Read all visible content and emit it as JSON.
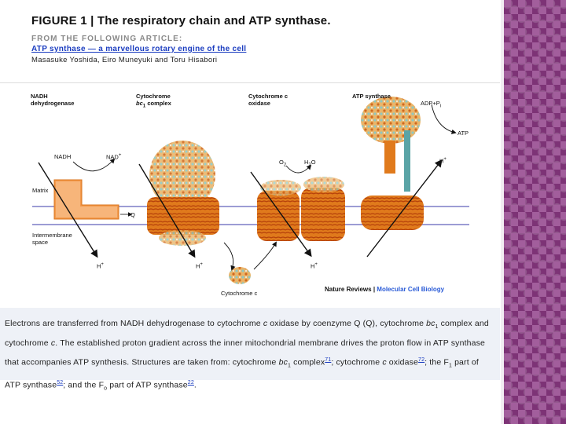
{
  "header": {
    "figure_title": "FIGURE 1 | The respiratory chain and ATP synthase.",
    "from_label": "FROM THE FOLLOWING ARTICLE:",
    "article_title": "ATP synthase — a marvellous rotary engine of the cell",
    "authors": "Masasuke Yoshida, Eiro Muneyuki and Toru Hisabori"
  },
  "figure": {
    "complexes": {
      "nadh_l1": "NADH",
      "nadh_l2": "dehydrogenase",
      "bc1_l1": "Cytochrome",
      "bc1_l2a": "bc",
      "bc1_sub": "1",
      "bc1_l2b": " complex",
      "cox_l1": "Cytochrome c",
      "cox_l2": "oxidase",
      "atp": "ATP synthase"
    },
    "labels": {
      "nadh": "NADH",
      "nad_plus": "NAD",
      "nad_sup": "+",
      "matrix": "Matrix",
      "q": "Q",
      "intermembrane_l1": "Intermembrane",
      "intermembrane_l2": "space",
      "h_plus": "H",
      "h_sup": "+",
      "o2": "O",
      "o2_sub": "2",
      "h2o_a": "H",
      "h2o_sub": "2",
      "h2o_b": "O",
      "adp_pi": "ADP+P",
      "pi_sub": "i",
      "atp": "ATP",
      "cytochrome_c": "Cytochrome c"
    },
    "credit_journal": "Nature Reviews",
    "credit_sep": " | ",
    "credit_section": "Molecular Cell Biology"
  },
  "caption": {
    "seg1": "Electrons are transferred from NADH dehydrogenase to cytochrome ",
    "c1": "c",
    "seg2": " oxidase by coenzyme Q (Q), cytochrome ",
    "bc1a": "bc",
    "bc1a_sub": "1",
    "seg3": " complex and cytochrome ",
    "c2": "c",
    "seg4": ". The established proton gradient across the inner mitochondrial membrane drives the proton flow in ATP synthase that accompanies ATP synthesis. Structures are taken from: cytochrome ",
    "bc1b": "bc",
    "bc1b_sub": "1",
    "seg5": " complex",
    "ref1": "71",
    "seg6": "; cytochrome ",
    "c3": "c",
    "seg7": " oxidase",
    "ref2": "72",
    "seg8": "; the F",
    "f1_sub": "1",
    "seg9": " part of ATP synthase",
    "ref3": "52",
    "seg10": "; and the F",
    "fo_sub": "o",
    "seg11": " part of ATP synthase",
    "ref4": "22",
    "seg12": "."
  },
  "colors": {
    "accent_purple": "#8e3a86",
    "link_blue": "#1a3cc0",
    "membrane_line": "#3a3aa8",
    "complex_orange": "#e07a1c",
    "helix_teal": "#8fc7c0"
  }
}
